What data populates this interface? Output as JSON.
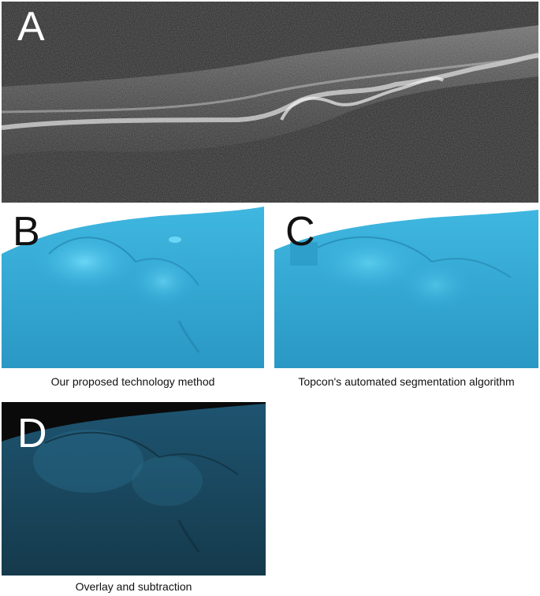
{
  "panels": [
    {
      "label": "A",
      "label_color": "#ffffff",
      "caption": ""
    },
    {
      "label": "B",
      "label_color": "#111111",
      "caption": "Our proposed technology method"
    },
    {
      "label": "C",
      "label_color": "#111111",
      "caption": "Topcon's automated segmentation algorithm"
    },
    {
      "label": "D",
      "label_color": "#ffffff",
      "caption": "Overlay and subtraction"
    }
  ],
  "colors": {
    "oct_background": "#1a1a1a",
    "surface_cyan": "#2ea9d6",
    "surface_cyan_light": "#5fd0f0",
    "overlay_dark": "#173f52"
  }
}
